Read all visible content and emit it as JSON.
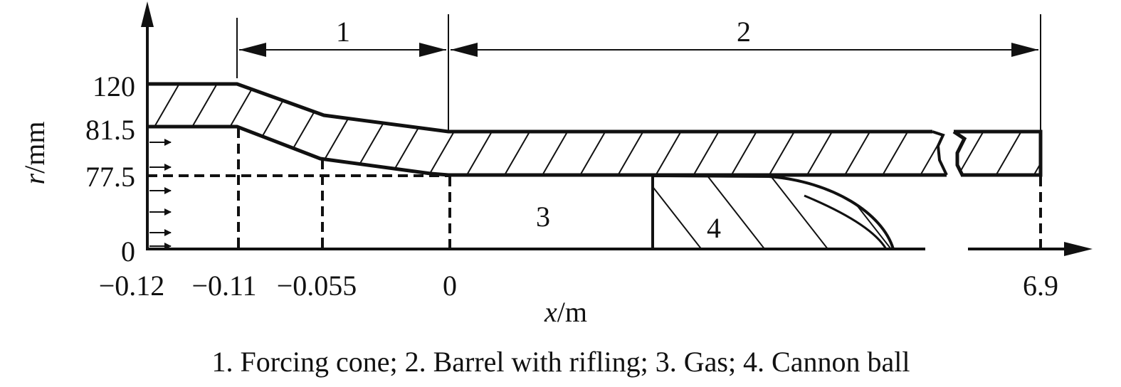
{
  "diagram": {
    "y_axis_label_var": "r",
    "y_axis_label_unit": "/mm",
    "x_axis_label_var": "x",
    "x_axis_label_unit": "/m",
    "y_ticks": [
      "120",
      "81.5",
      "77.5",
      "0"
    ],
    "x_ticks": [
      "−0.12",
      "−0.11",
      "−0.055",
      "0",
      "6.9"
    ],
    "dimension_labels": [
      "1",
      "2"
    ],
    "region_labels": [
      "3",
      "4"
    ],
    "caption": "1. Forcing cone; 2. Barrel with rifling; 3. Gas; 4. Cannon ball"
  }
}
